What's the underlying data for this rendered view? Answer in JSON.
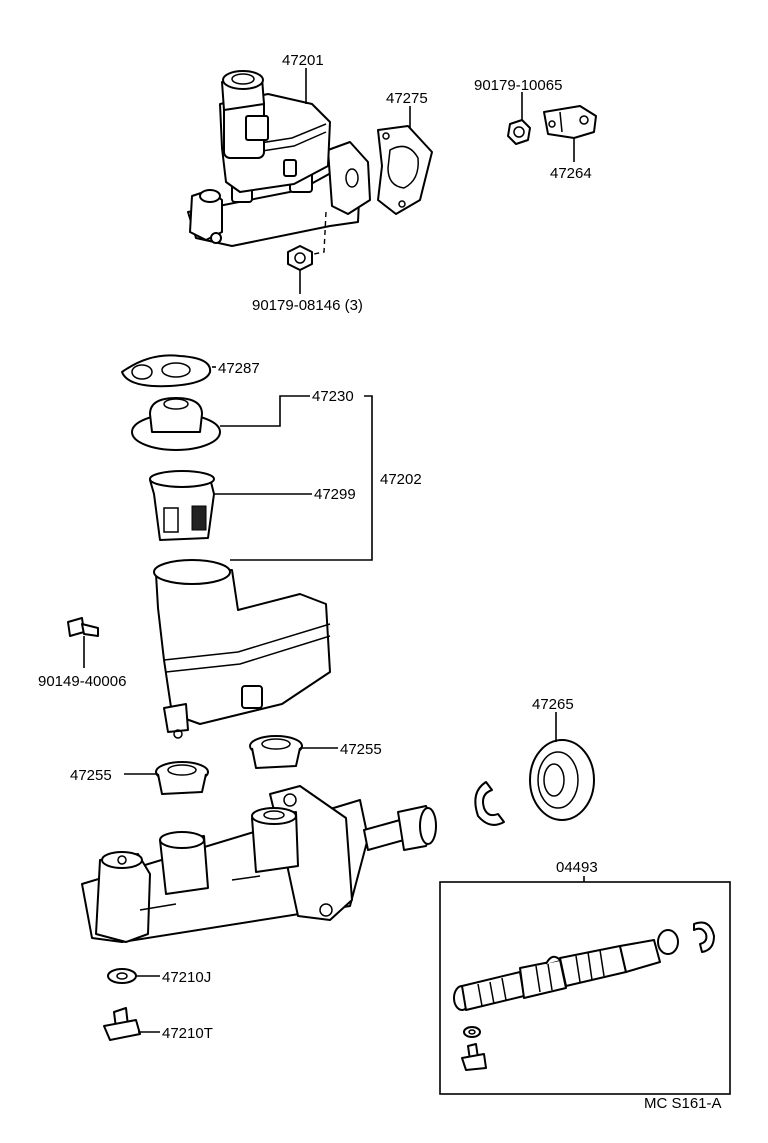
{
  "labels": {
    "p47201": "47201",
    "p47275": "47275",
    "p90179_10065": "90179-10065",
    "p47264": "47264",
    "p90179_08146": "90179-08146 (3)",
    "p47287": "47287",
    "p47230": "47230",
    "p47202": "47202",
    "p47299": "47299",
    "p90149_40006": "90149-40006",
    "p47265": "47265",
    "p47255_right": "47255",
    "p47255_left": "47255",
    "p04493": "04493",
    "p47210J": "47210J",
    "p47210T": "47210T",
    "diagram_code": "MC S161-A"
  }
}
